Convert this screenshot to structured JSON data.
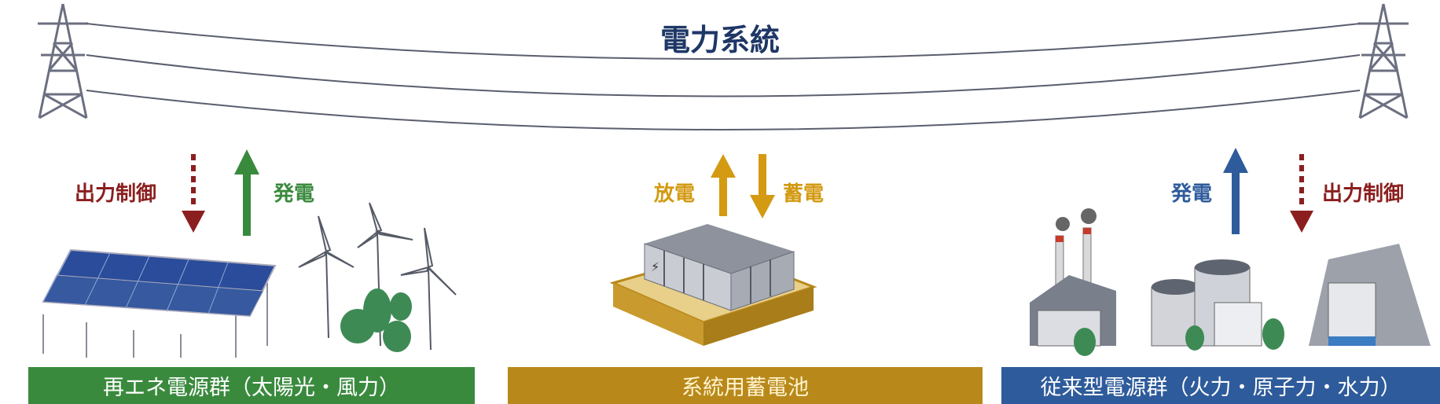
{
  "title": "電力系統",
  "left": {
    "curtail_label": "出力制御",
    "generate_label": "発電",
    "footer": "再エネ電源群（太陽光・風力）"
  },
  "center": {
    "discharge_label": "放電",
    "charge_label": "蓄電",
    "footer": "系統用蓄電池"
  },
  "right": {
    "generate_label": "発電",
    "curtail_label": "出力制御",
    "footer": "従来型電源群（火力・原子力・水力）"
  },
  "colors": {
    "title": "#1e3766",
    "curtail": "#8b1f1f",
    "renewable": "#3a8a3e",
    "battery": "#b8891a",
    "conventional": "#2e5b9b"
  }
}
